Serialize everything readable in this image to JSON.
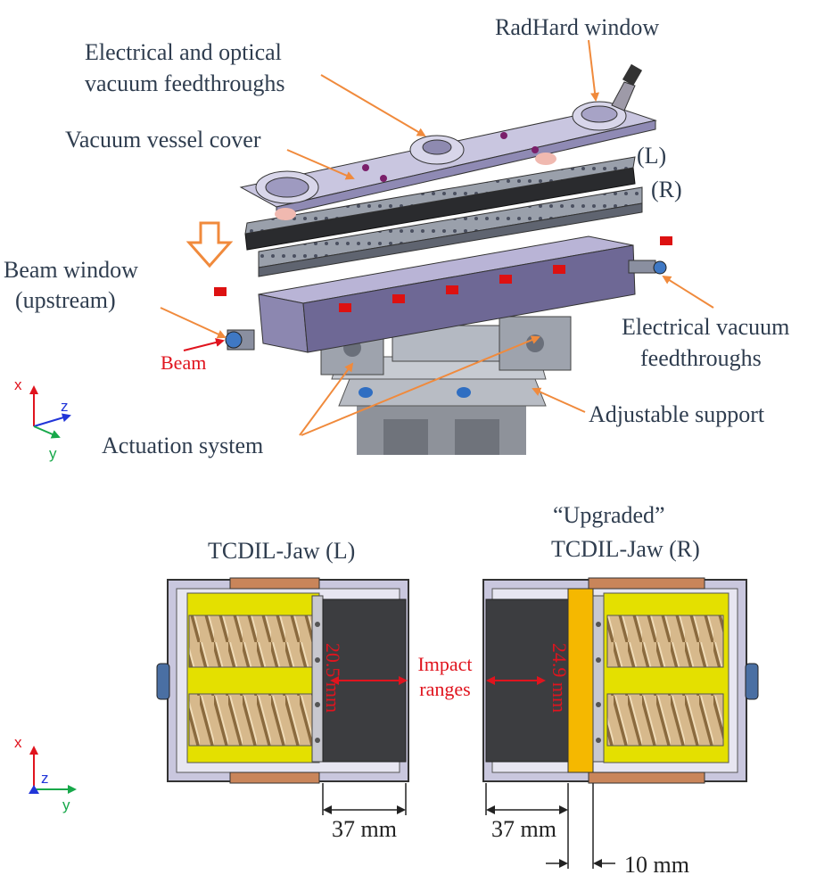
{
  "top": {
    "labels": {
      "radhard_window": "RadHard window",
      "feedthroughs_line1": "Electrical and optical",
      "feedthroughs_line2": "vacuum feedthroughs",
      "vessel_cover": "Vacuum vessel cover",
      "jaw_left": "(L)",
      "jaw_right": "(R)",
      "beam_window_line1": "Beam window",
      "beam_window_line2": "(upstream)",
      "beam": "Beam",
      "elec_feed_line1": "Electrical vacuum",
      "elec_feed_line2": "feedthroughs",
      "adjustable_support": "Adjustable support",
      "actuation_system": "Actuation system"
    },
    "axes": {
      "x": "x",
      "z": "z",
      "y": "y"
    }
  },
  "bottom": {
    "left_title": "TCDIL-Jaw (L)",
    "right_title_line1": "“Upgraded”",
    "right_title_line2": "TCDIL-Jaw (R)",
    "impact_line1": "Impact",
    "impact_line2": "ranges",
    "left_range": "20.5 mm",
    "right_range": "24.9 mm",
    "left_width": "37 mm",
    "right_width": "37 mm",
    "right_plate": "10 mm",
    "axes": {
      "x": "x",
      "z": "z",
      "y": "y"
    }
  },
  "colors": {
    "label": "#2f3d4f",
    "accent_arrow": "#f08a3c",
    "beam_red": "#e0141e",
    "axis_x": "#e0141e",
    "axis_y": "#17a84a",
    "axis_z": "#2135d8",
    "absorber": "#3c3d40",
    "spring_frame": "#e4e000",
    "plate": "#f5b800"
  }
}
